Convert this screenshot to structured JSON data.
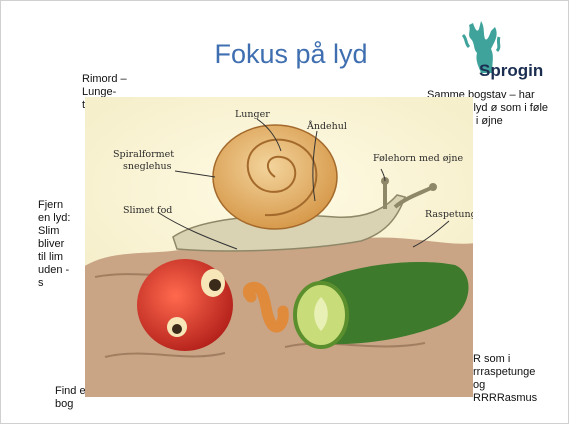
{
  "slide": {
    "title": "Fokus på lyd",
    "logo_text": "Sprogin",
    "notes": {
      "rimord": "Rimord – Lunge-tunge",
      "samme_bogstav": "Samme bogstav – har forskellig lyd ø som i føle og ø som i øjne",
      "fjern_lyd": "Fjern en lyd: Slim bliver til lim uden -s",
      "find_eksempler": "Find eksempler på lydfokus du kan lave i din bog",
      "r_som": "R som i rrraspetunge og RRRRasmus"
    }
  },
  "illustration": {
    "labels": {
      "lunger": "Lunger",
      "aandehul": "Åndehul",
      "spiral_line1": "Spiralformet",
      "spiral_line2": "sneglehus",
      "folehorn": "Følehorn med øjne",
      "slimet_fod": "Slimet fod",
      "raspetunge": "Raspetunge"
    }
  },
  "colors": {
    "title": "#3f6fb0",
    "logo_text": "#1b2e52",
    "logo_figure": "#3fa39c",
    "background_glow": "#fbf6d8",
    "soil": "#c9a585",
    "shell": "#e6b36a",
    "snail_body": "#d9d3b4",
    "apple": "#d8342a",
    "cucumber": "#3d7a2c",
    "worm": "#e08a3c"
  }
}
